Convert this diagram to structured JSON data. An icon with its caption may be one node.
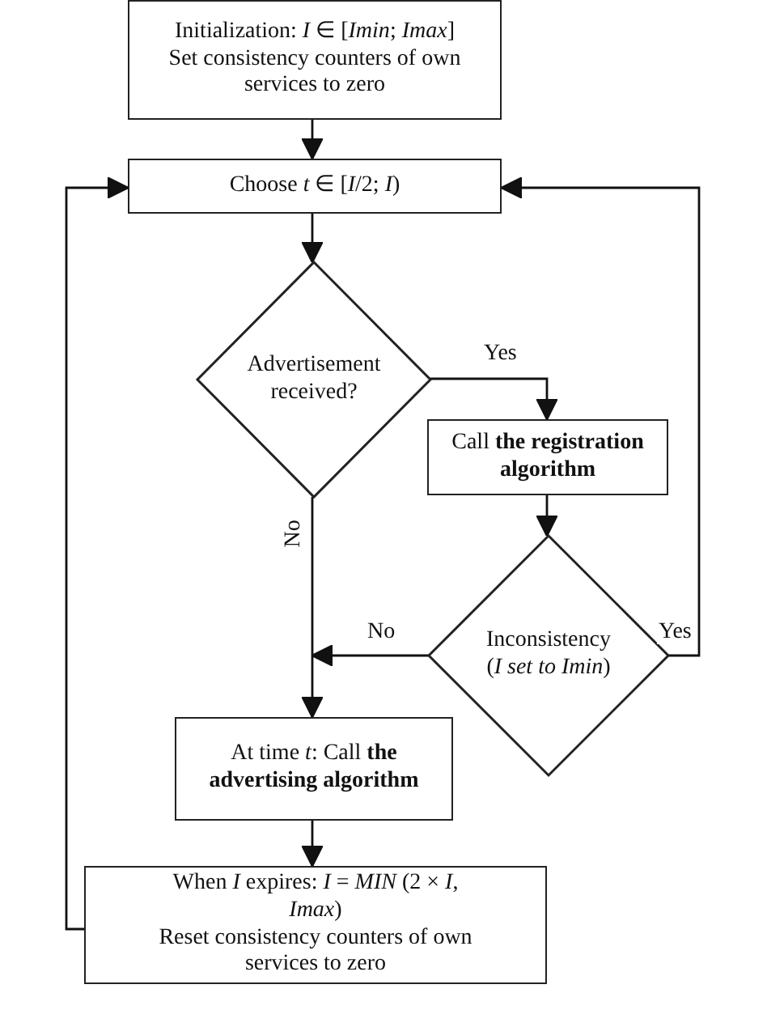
{
  "diagram": {
    "nodes": [
      {
        "text": [
          "Initialization: *I* ∈ [*Imin*; *Imax*]",
          "Set consistency counters of own services to zero"
        ]
      },
      {
        "text": [
          "Choose *t* ∈ [*I*/2; *I*)"
        ]
      },
      {
        "text": [
          "Advertisement received?"
        ]
      },
      {
        "text": [
          "Call **the registration algorithm**"
        ]
      },
      {
        "text": [
          "Inconsistency (*I set to Imin*)"
        ]
      },
      {
        "text": [
          "At time *t*: Call **the advertising algorithm**"
        ]
      },
      {
        "text": [
          "When *I* expires: *I* = *MIN* (2 × *I*, *Imax*)",
          "Reset consistency counters of own services to zero"
        ]
      }
    ],
    "edges": [
      {
        "from": 0,
        "to": 1,
        "arrow": "to"
      },
      {
        "from": 1,
        "to": 2,
        "arrow": "to"
      },
      {
        "from": 2,
        "to": 3,
        "arrow": "to",
        "label": "Yes"
      },
      {
        "from": 2,
        "to": 5,
        "arrow": "to",
        "label": "No"
      },
      {
        "from": 3,
        "to": 4,
        "arrow": "to"
      },
      {
        "from": 4,
        "to": 5,
        "arrow": "to",
        "label": "No"
      },
      {
        "from": 4,
        "to": 1,
        "arrow": "to",
        "label": "Yes"
      },
      {
        "from": 5,
        "to": 6,
        "arrow": "to"
      },
      {
        "from": 6,
        "to": 1,
        "arrow": "to"
      }
    ]
  }
}
